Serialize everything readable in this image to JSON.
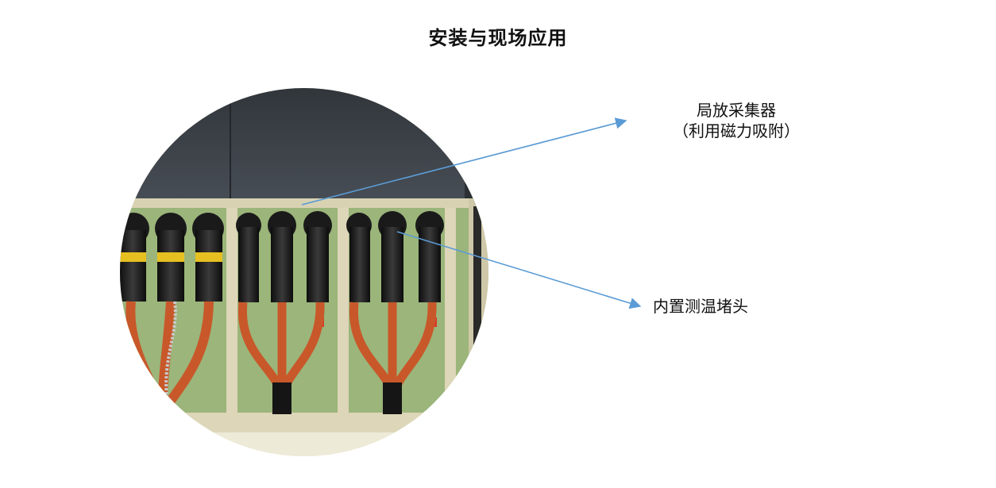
{
  "title": "安装与现场应用",
  "callouts": {
    "collector_line1": "局放采集器",
    "collector_line2": "（利用磁力吸附）",
    "plug": "内置测温堵头"
  },
  "colors": {
    "arrow": "#5b9bd5",
    "cabinet_top": "#3a3f45",
    "panel_back": "#8aa86a",
    "frame": "#ddd6b8",
    "cable": "#c8582a",
    "terminal": "#1c1c1c"
  }
}
